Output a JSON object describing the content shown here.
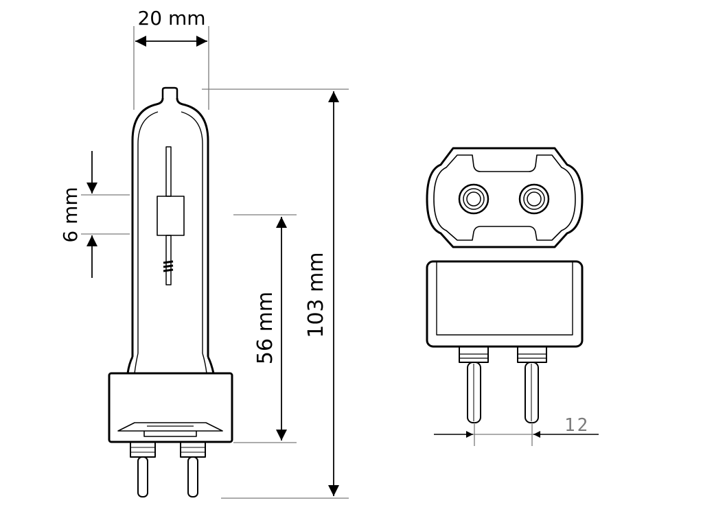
{
  "colors": {
    "stroke": "#000000",
    "line": "#7a7a7a",
    "background": "#ffffff"
  },
  "dimensions": {
    "bulb_width": "20 mm",
    "electrode_gap": "6 mm",
    "light_center_height": "56 mm",
    "overall_length": "103 mm",
    "pin_spacing": "12"
  }
}
